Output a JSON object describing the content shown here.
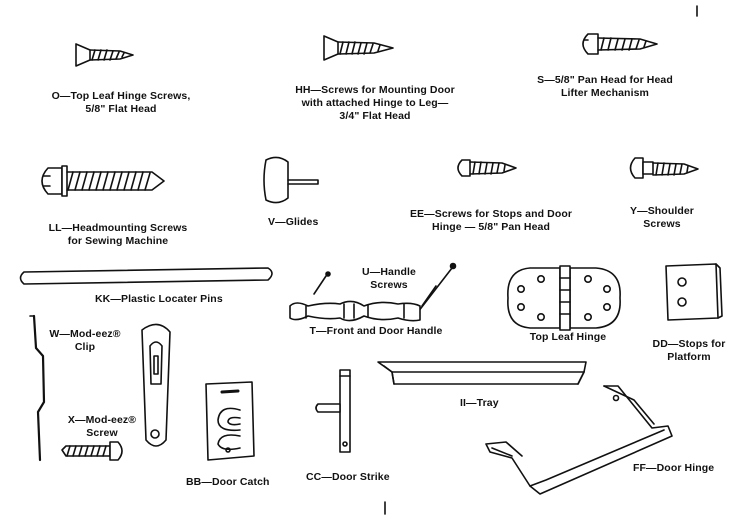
{
  "parts": {
    "O": {
      "label": "O—Top Leaf Hinge Screws,\n5/8\" Flat Head"
    },
    "HH": {
      "label": "HH—Screws for Mounting Door\nwith attached Hinge to Leg—\n3/4\" Flat Head"
    },
    "S": {
      "label": "S—5/8\" Pan Head for Head\nLifter Mechanism"
    },
    "LL": {
      "label": "LL—Headmounting Screws\nfor Sewing Machine"
    },
    "V": {
      "label": "V—Glides"
    },
    "EE": {
      "label": "EE—Screws for Stops and Door\nHinge — 5/8\" Pan Head"
    },
    "Y": {
      "label": "Y—Shoulder\nScrews"
    },
    "KK": {
      "label": "KK—Plastic Locater Pins"
    },
    "U": {
      "label": "U—Handle\nScrews"
    },
    "T": {
      "label": "T—Front and Door Handle"
    },
    "TL": {
      "label": "Top Leaf Hinge"
    },
    "DD": {
      "label": "DD—Stops for\nPlatform"
    },
    "W": {
      "label": "W—Mod-eez®\nClip"
    },
    "X": {
      "label": "X—Mod-eez®\nScrew"
    },
    "II": {
      "label": "II—Tray"
    },
    "BB": {
      "label": "BB—Door Catch"
    },
    "CC": {
      "label": "CC—Door Strike"
    },
    "FF": {
      "label": "FF—Door Hinge"
    }
  }
}
